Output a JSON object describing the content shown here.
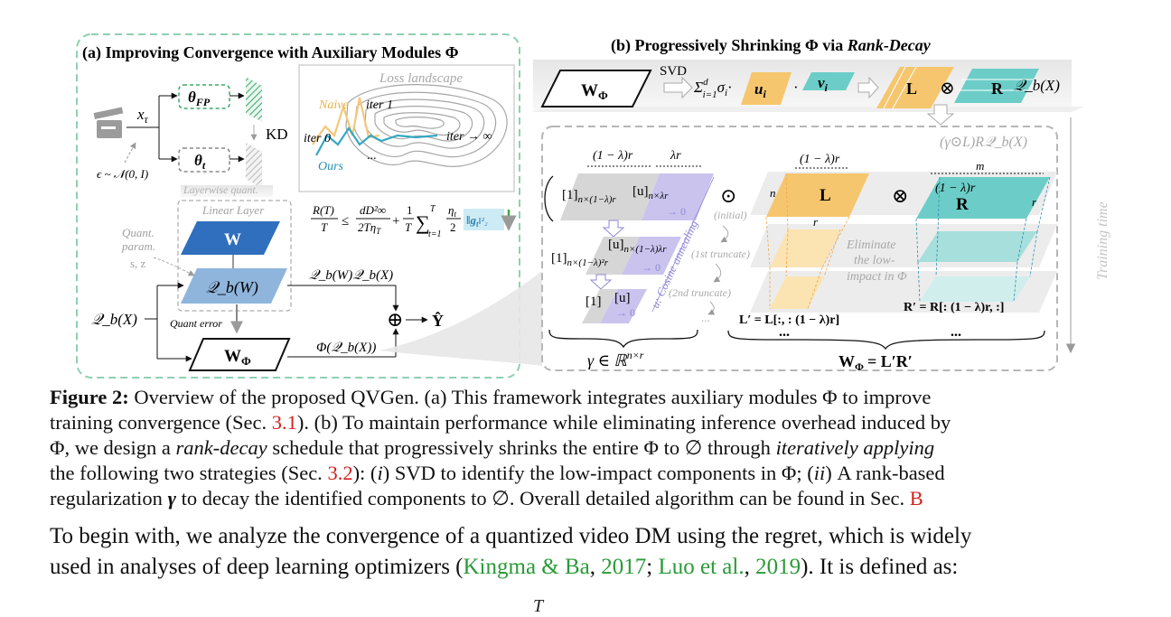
{
  "figure": {
    "panel_a": {
      "title": "(a) Improving Convergence with Auxiliary Modules Φ",
      "x_tau": "x",
      "x_tau_sub": "τ",
      "theta_fp": "θ",
      "theta_fp_sub": "FP",
      "theta_t": "θ",
      "theta_t_sub": "t",
      "kd": "KD",
      "noise": "ϵ ~ 𝒩(0, I)",
      "loss_landscape": "Loss landscape",
      "naive": "Naive",
      "iter1": "iter 1",
      "iter0": "iter 0",
      "iter_inf": "iter → ∞",
      "ours": "Ours",
      "dots": "...",
      "regret_lhs_num": "R(T)",
      "regret_lhs_den": "T",
      "regret_leq": "≤",
      "regret_t1_num": "dD²∞",
      "regret_t1_den": "2Tη",
      "regret_t1_den_sub": "T",
      "regret_plus": "+",
      "regret_t2_num": "1",
      "regret_t2_den": "T",
      "regret_sum": "∑",
      "regret_sum_top": "T",
      "regret_sum_bot": "t=1",
      "regret_eta_num": "η",
      "regret_eta_sub": "t",
      "regret_eta_den": "2",
      "regret_grad": "‖g",
      "regret_grad_sub": "t",
      "regret_grad_end": "‖²₂",
      "layerwise_quant": "Layerwise quant.",
      "linear_layer": "Linear Layer",
      "w": "W",
      "qbw": "𝒬_b(W)",
      "quant_param_1": "Quant.",
      "quant_param_2": "param.",
      "quant_param_3": "s, z",
      "qbx_input": "𝒬_b(X)",
      "quant_error": "Quant error",
      "qwqx": "𝒬_b(W)𝒬_b(X)",
      "w_phi": "W",
      "w_phi_sub": "Φ",
      "phi_qx": "Φ(𝒬_b(X))",
      "oplus": "⊕",
      "yhat": "Ŷ"
    },
    "panel_b": {
      "title_prefix": "(b) Progressively Shrinking Φ via ",
      "title_em": "Rank-Decay",
      "w_phi": "W",
      "w_phi_sub": "Φ",
      "svd": "SVD",
      "sigma_sum": "Σ",
      "sigma_sum_sup": "d",
      "sigma_sum_sub": "i=1",
      "sigma": "σ",
      "sigma_sub": "i",
      "dot": "·",
      "u_i": "u",
      "u_i_sub": "i",
      "v_i": "v",
      "v_i_sub": "i",
      "L": "L",
      "otimes": "⊗",
      "R": "R",
      "qbx": "𝒬_b(X)",
      "gamma_lr": "(γ⊙L)R𝒬_b(X)",
      "training_time": "Training time",
      "dim_1_lambda_r": "(1 − λ)r",
      "dim_lambda_r": "λr",
      "row1_left": "[1]",
      "row1_left_sub": "n×(1−λ)r",
      "row1_right": "[u]",
      "row1_right_sub": "n×λr",
      "row2_right": "[u]",
      "row2_right_sub": "n×(1−λ)λr",
      "row2_left": "[1]",
      "row2_left_sub": "n×(1−λ)²r",
      "row3_left": "[1]",
      "row3_right": "[u]",
      "to_zero": "→ 0",
      "cosine": "u: Cosine annealing",
      "odot": "⊙",
      "initial": "(initial)",
      "first_trunc": "(1st truncate)",
      "second_trunc": "(2nd truncate)",
      "ellipsis": "...",
      "gamma_space": "γ ∈ ℝ",
      "gamma_space_sup": "n×r",
      "n_label": "n",
      "r_label": "r",
      "m_label": "m",
      "eliminate_1": "Eliminate",
      "eliminate_2": "the low-",
      "eliminate_3": "impact in Φ",
      "l_prime": "L′ = L[:, : (1 − λ)r]",
      "r_prime": "R′ = R[: (1 − λ)r, :]",
      "w_phi_eq": "W",
      "w_phi_eq_sub": "Φ",
      "w_phi_eq_rhs": "= L′R′"
    }
  },
  "caption": {
    "label": "Figure 2:",
    "l1": " Overview of the proposed QVGen. (a) This framework integrates auxiliary modules Φ to improve",
    "l2a": "training convergence (Sec. ",
    "l2ref": "3.1",
    "l2b": "). (b) To maintain performance while eliminating inference overhead induced by",
    "l3a": "Φ, we design a ",
    "l3em1": "rank-decay",
    "l3b": " schedule that progressively shrinks the entire Φ to ∅ through ",
    "l3em2": "iteratively applying",
    "l4a": "the following two strategies (Sec. ",
    "l4ref": "3.2",
    "l4b": "): (",
    "l4em1": "i",
    "l4c": ") SVD to identify the low-impact components in Φ; (",
    "l4em2": "ii",
    "l4d": ") A rank-based",
    "l5a": "regularization ",
    "l5gamma": "γ",
    "l5b": " to decay the identified components to ∅. Overall detailed algorithm can be found in Sec. ",
    "l5ref": "B"
  },
  "body": {
    "p1": "To begin with, we analyze the convergence of a quantized video DM using the regret, which is widely",
    "p2a": "used in analyses of deep learning optimizers (",
    "cite1a": "Kingma & Ba",
    "p2b": ", ",
    "cite1b": "2017",
    "p2c": "; ",
    "cite2a": "Luo et al.",
    "p2d": ", ",
    "cite2b": "2019",
    "p2e": "). It is defined as:",
    "cut_glyph": "T"
  },
  "colors": {
    "green_dash": "#8fd0b0",
    "blue_dark": "#2f6fbd",
    "blue_light": "#8fb5dc",
    "orange": "#f6c66e",
    "teal": "#6ccdc8",
    "lavender": "#c9c3ee",
    "grey_box": "#d6d6d6",
    "hatch_green": "#3caa6a",
    "ref_red": "#d0221b",
    "cite_green": "#2a9a37"
  }
}
